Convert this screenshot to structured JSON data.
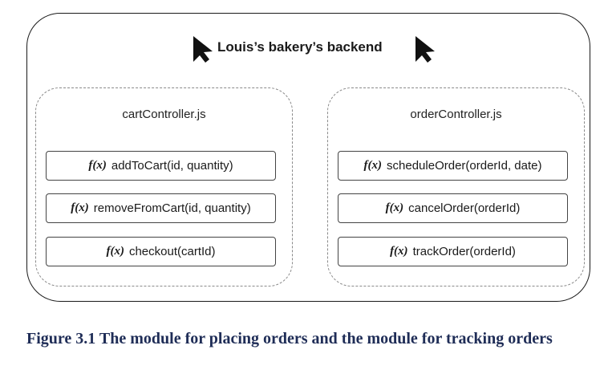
{
  "diagram": {
    "title": "Louis’s bakery’s backend",
    "modules": [
      {
        "name": "cartController.js",
        "functions": [
          {
            "fx": "f(x)",
            "label": "addToCart(id, quantity)"
          },
          {
            "fx": "f(x)",
            "label": "removeFromCart(id, quantity)"
          },
          {
            "fx": "f(x)",
            "label": "checkout(cartId)"
          }
        ]
      },
      {
        "name": "orderController.js",
        "functions": [
          {
            "fx": "f(x)",
            "label": "scheduleOrder(orderId, date)"
          },
          {
            "fx": "f(x)",
            "label": "cancelOrder(orderId)"
          },
          {
            "fx": "f(x)",
            "label": "trackOrder(orderId)"
          }
        ]
      }
    ]
  },
  "caption": "Figure 3.1 The module for placing orders and the module for tracking orders",
  "colors": {
    "caption": "#1f2d57",
    "outline": "#1a1a1a",
    "dashed": "#8a8a8a"
  }
}
